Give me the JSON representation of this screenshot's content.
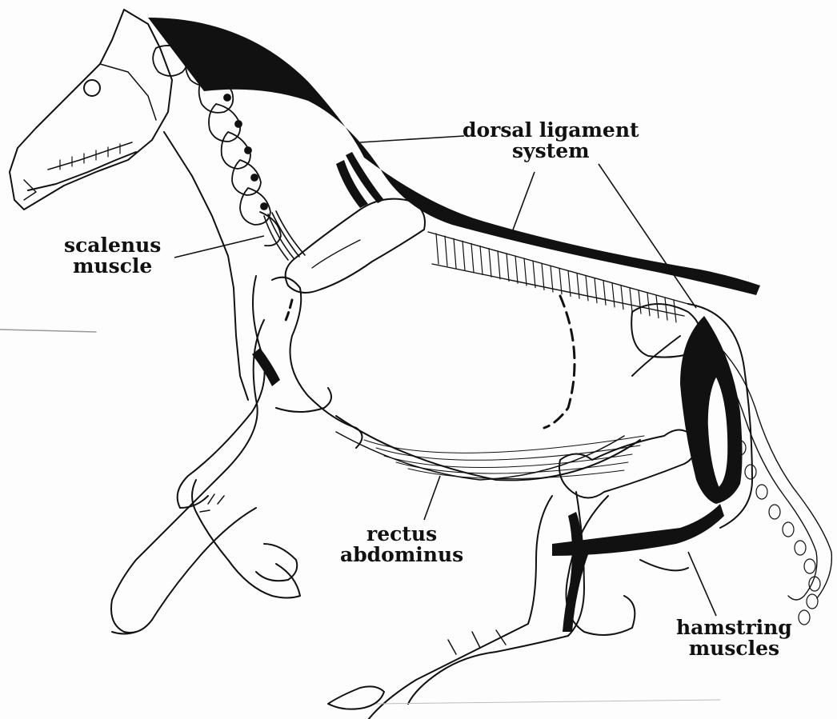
{
  "labels": {
    "dorsal_ligament": {
      "line1": "dorsal ligament",
      "line2": "system"
    },
    "scalenus": {
      "line1": "scalenus",
      "line2": "muscle"
    },
    "rectus": {
      "line1": "rectus",
      "line2": "abdominus"
    },
    "hamstring": {
      "line1": "hamstring",
      "line2": "muscles"
    }
  },
  "colors": {
    "ink": "#111111",
    "paper": "#fdfdfd"
  }
}
